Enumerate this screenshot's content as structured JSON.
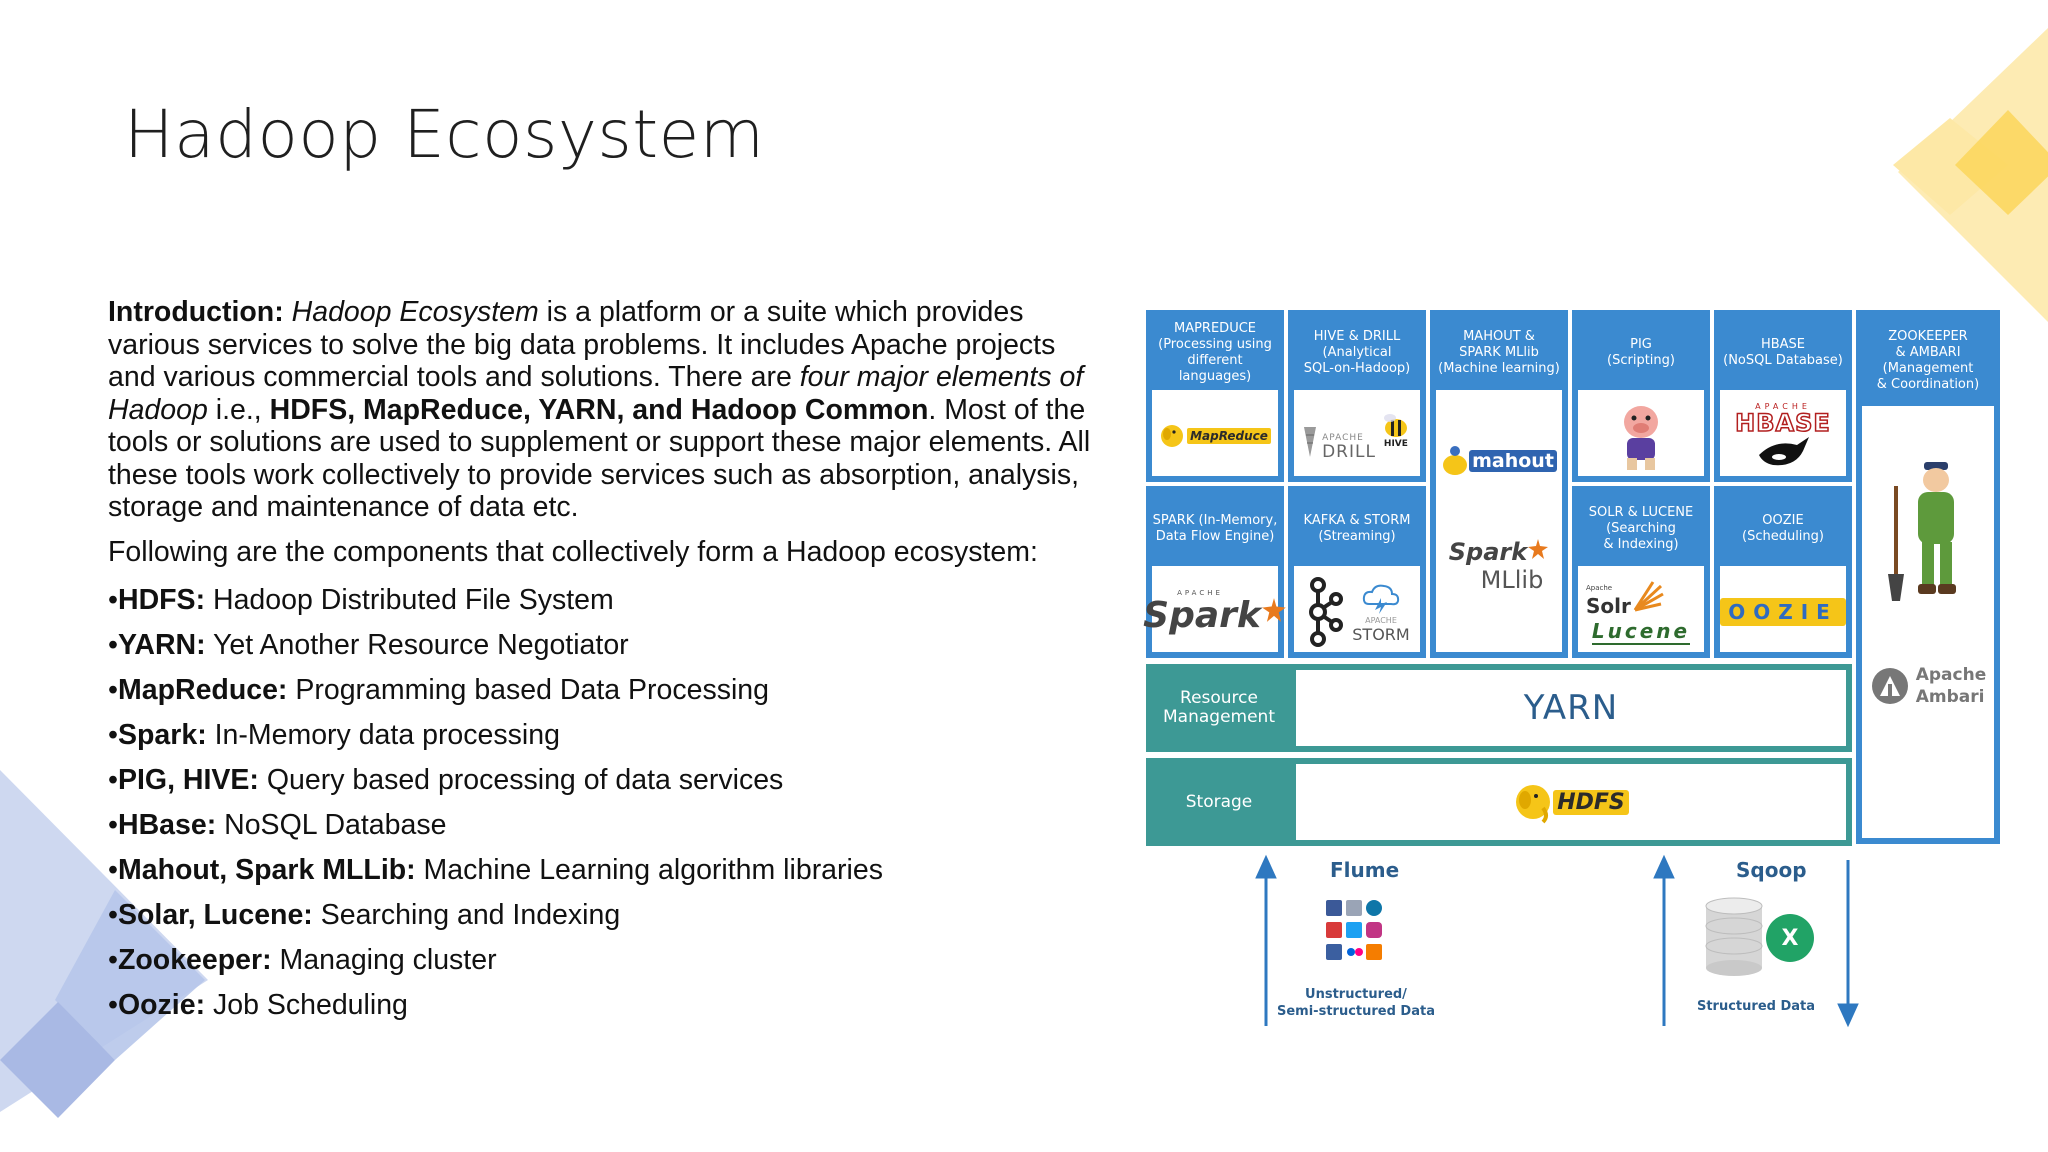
{
  "slide": {
    "title": "Hadoop Ecosystem",
    "intro": {
      "lead": "Introduction:",
      "em1": "Hadoop Ecosystem",
      "t1": " is a platform or a suite which provides various services to solve the big data problems. It includes Apache projects and various commercial tools and solutions. There are ",
      "em2": "four major elements of Hadoop",
      "t2": " i.e., ",
      "strong1": "HDFS, MapReduce, YARN, and Hadoop Common",
      "t3": ". Most of the tools or solutions are used to supplement or support these major elements. All these tools work collectively to provide services such as absorption, analysis, storage and maintenance of data etc."
    },
    "following": "Following are the components that collectively form a Hadoop ecosystem:",
    "bullets": [
      {
        "term": "HDFS:",
        "desc": " Hadoop Distributed File System"
      },
      {
        "term": "YARN:",
        "desc": " Yet Another Resource Negotiator"
      },
      {
        "term": "MapReduce:",
        "desc": " Programming based Data Processing"
      },
      {
        "term": "Spark:",
        "desc": " In-Memory data processing"
      },
      {
        "term": "PIG, HIVE:",
        "desc": " Query based processing of data services"
      },
      {
        "term": "HBase:",
        "desc": " NoSQL Database"
      },
      {
        "term": "Mahout, Spark MLLib:",
        "desc": " Machine Learning algorithm libraries"
      },
      {
        "term": "Solar, Lucene:",
        "desc": " Searching and Indexing"
      },
      {
        "term": "Zookeeper:",
        "desc": " Managing cluster"
      },
      {
        "term": "Oozie:",
        "desc": " Job Scheduling"
      }
    ],
    "bullet_char": "•"
  },
  "diagram": {
    "tiles": {
      "mapreduce": {
        "h1": "MAPREDUCE",
        "h2": "(Processing using",
        "h3": "different languages)",
        "logo": "MapReduce"
      },
      "hive": {
        "h1": "HIVE & DRILL",
        "h2": "(Analytical",
        "h3": "SQL-on-Hadoop)",
        "logo_a": "HIVE",
        "logo_b1": "APACHE",
        "logo_b2": "DRILL"
      },
      "mahout": {
        "h1": "MAHOUT &",
        "h2": "SPARK MLlib",
        "h3": "(Machine learning)",
        "logo_a": "mahout",
        "logo_b1": "Spark",
        "logo_b2": "MLlib"
      },
      "pig": {
        "h1": "PIG",
        "h2": "(Scripting)"
      },
      "hbase": {
        "h1": "HBASE",
        "h2": "(NoSQL Database)",
        "logo_a": "APACHE",
        "logo_b": "HBASE"
      },
      "zookeeper": {
        "h1": "ZOOKEEPER",
        "h2": "& AMBARI",
        "h3": "(Management",
        "h4": "& Coordination)",
        "logo_a": "Apache",
        "logo_b": "Ambari"
      },
      "spark": {
        "h1": "SPARK (In-Memory,",
        "h2": "Data Flow Engine)",
        "logo_a": "APACHE",
        "logo_b": "Spark"
      },
      "kafka": {
        "h1": "KAFKA & STORM",
        "h2": "(Streaming)",
        "logo_a": "APACHE",
        "logo_b": "STORM"
      },
      "solr": {
        "h1": "SOLR & LUCENE",
        "h2": "(Searching",
        "h3": "& Indexing)",
        "logo_a": "Apache",
        "logo_b": "Solr",
        "logo_c": "Lucene"
      },
      "oozie": {
        "h1": "OOZIE",
        "h2": "(Scheduling)",
        "logo": "OOZIE"
      }
    },
    "layers": {
      "resource": {
        "l1": "Resource",
        "l2": "Management",
        "content": "YARN"
      },
      "storage": {
        "l1": "Storage",
        "content": "HDFS"
      }
    },
    "ingest": {
      "flume": "Flume",
      "sqoop": "Sqoop",
      "unstructured_1": "Unstructured/",
      "unstructured_2": "Semi-structured Data",
      "structured": "Structured Data",
      "excel_glyph": "X"
    },
    "colors": {
      "blue": "#3b8ad0",
      "teal": "#3d9995",
      "arrow": "#2e78c0"
    }
  }
}
